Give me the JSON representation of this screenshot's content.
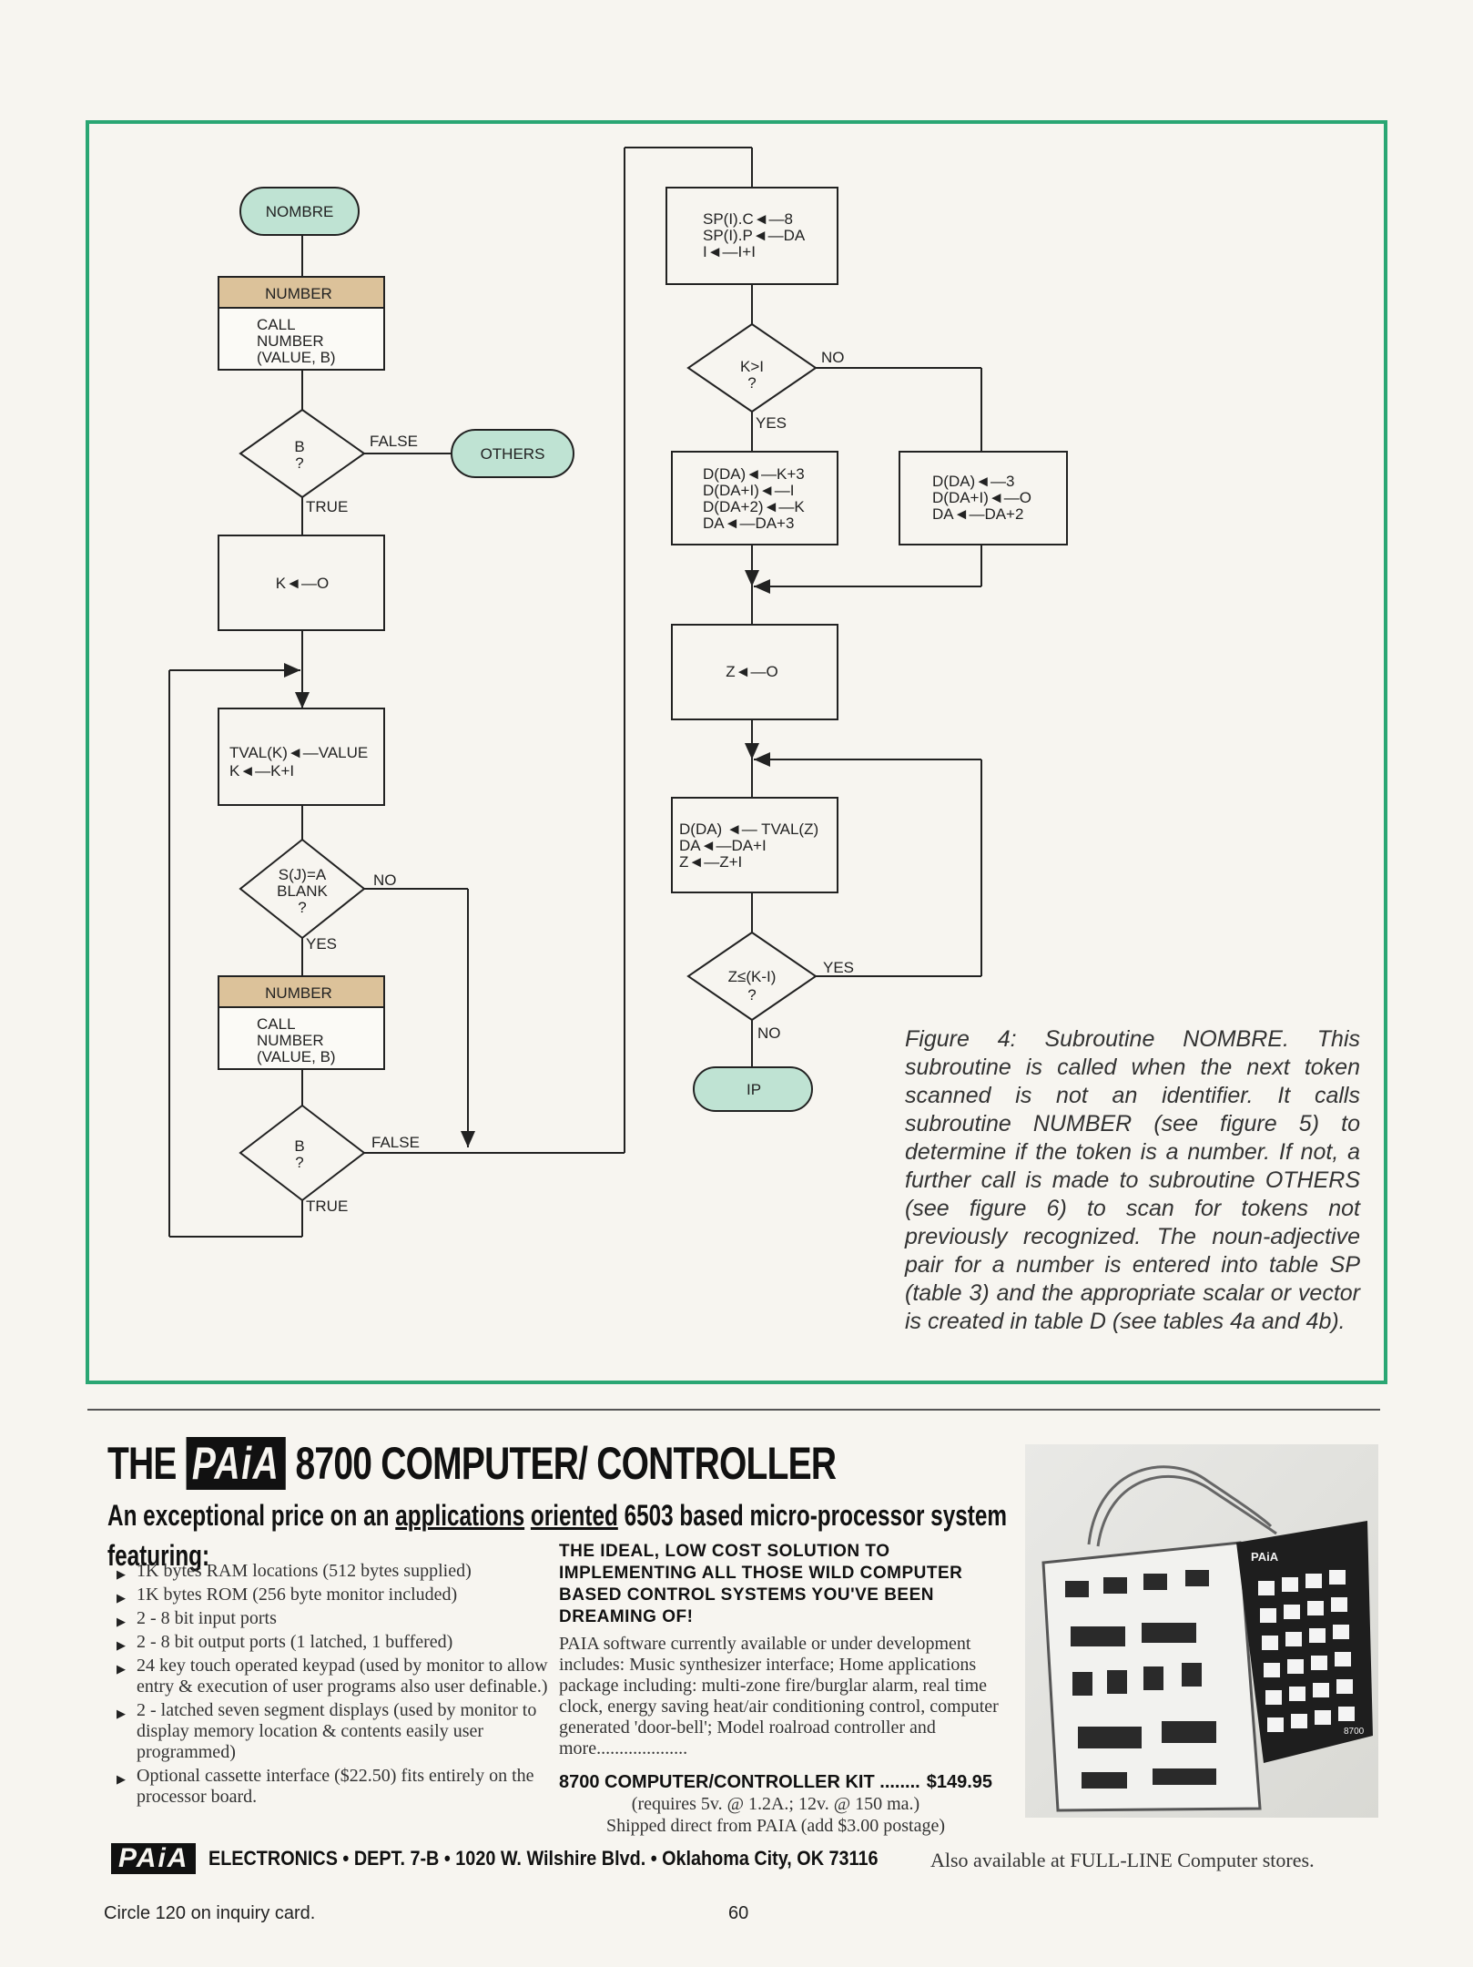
{
  "figure": {
    "flowchart": {
      "nombre": "NOMBRE",
      "number_header_1": "NUMBER",
      "call_1": [
        "CALL",
        "NUMBER",
        "(VALUE, B)"
      ],
      "decision_b_1": [
        "B",
        "?"
      ],
      "false_1": "FALSE",
      "others": "OTHERS",
      "true_1": "TRUE",
      "k_init": "K◄—O",
      "tval": [
        "TVAL(K)◄—VALUE",
        "K◄—K+I"
      ],
      "decision_sj": [
        "S(J)=A",
        "BLANK",
        "?"
      ],
      "no_1": "NO",
      "yes_1": "YES",
      "number_header_2": "NUMBER",
      "call_2": [
        "CALL",
        "NUMBER",
        "(VALUE, B)"
      ],
      "decision_b_2": [
        "B",
        "?"
      ],
      "false_2": "FALSE",
      "true_2": "TRUE",
      "sp_box": [
        "SP(I).C◄—8",
        "SP(I).P◄—DA",
        "I◄—I+I"
      ],
      "decision_k": [
        "K>I",
        "?"
      ],
      "no_2": "NO",
      "yes_2": "YES",
      "d_box_left": [
        "D(DA)◄—K+3",
        "D(DA+I)◄—I",
        "D(DA+2)◄—K",
        "DA◄—DA+3"
      ],
      "d_box_right": [
        "D(DA)◄—3",
        "D(DA+I)◄—O",
        "DA◄—DA+2"
      ],
      "z_init": "Z◄—O",
      "d_tval": [
        "D(DA) ◄— TVAL(Z)",
        "DA◄—DA+I",
        "Z◄—Z+I"
      ],
      "decision_z": [
        "Z≤(K-I)",
        "?"
      ],
      "yes_3": "YES",
      "no_3": "NO",
      "ip": "IP"
    },
    "caption": "Figure 4: Subroutine NOMBRE. This subroutine is called when the next token scanned is not an identifier. It calls subroutine NUMBER (see figure 5) to determine if the token is a number. If not, a further call is made to subroutine OTHERS (see figure 6) to scan for tokens not previously recognized. The noun-adjective pair for a number is entered into table SP (table 3) and the appropriate scalar or vector is created in table D (see tables 4a and 4b)."
  },
  "ad": {
    "title_pre": "THE",
    "logo": "PAiA",
    "title_post": "8700 COMPUTER/ CONTROLLER",
    "subtitle_1": "An exceptional price on an",
    "subtitle_u1": "applications",
    "subtitle_u2": "oriented",
    "subtitle_2": "6503 based micro-processor system featuring:",
    "features": [
      "1K bytes RAM locations (512 bytes supplied)",
      "1K bytes ROM (256 byte monitor included)",
      "2 - 8 bit input ports",
      "2 - 8 bit output ports (1 latched, 1 buffered)",
      "24 key touch operated keypad (used by monitor to allow entry & execution of user programs also user definable.)",
      "2 - latched seven segment displays (used by monitor to display memory location & contents easily user programmed)",
      "Optional cassette interface ($22.50) fits entirely on the processor board."
    ],
    "mid_heading": "THE IDEAL, LOW COST SOLUTION TO IMPLEMENTING ALL THOSE WILD COMPUTER BASED CONTROL SYSTEMS YOU'VE BEEN DREAMING OF!",
    "mid_body": "PAIA software currently available or under development includes: Music synthesizer interface; Home applications package including: multi-zone fire/burglar alarm, real time clock, energy saving heat/air conditioning control, computer generated 'door-bell'; Model roalroad controller and more....................",
    "kit_label": "8700 COMPUTER/CONTROLLER KIT ........",
    "kit_price": "$149.95",
    "kit_req": "(requires 5v. @ 1.2A.; 12v. @ 150 ma.)",
    "shipping": "Shipped direct from PAIA (add $3.00 postage)",
    "photo_logo": "PAiA",
    "photo_tag": "8700",
    "bottom_logo": "PAiA",
    "address": "ELECTRONICS • DEPT. 7-B •  1020 W. Wilshire Blvd. • Oklahoma City, OK 73116",
    "also": "Also available at FULL-LINE Computer stores."
  },
  "footer": {
    "inquiry": "Circle 120 on inquiry card.",
    "page_number": "60"
  },
  "colors": {
    "frame": "#2aa673",
    "terminal_fill": "#bfe3d3",
    "header_fill": "#dcc29a"
  }
}
